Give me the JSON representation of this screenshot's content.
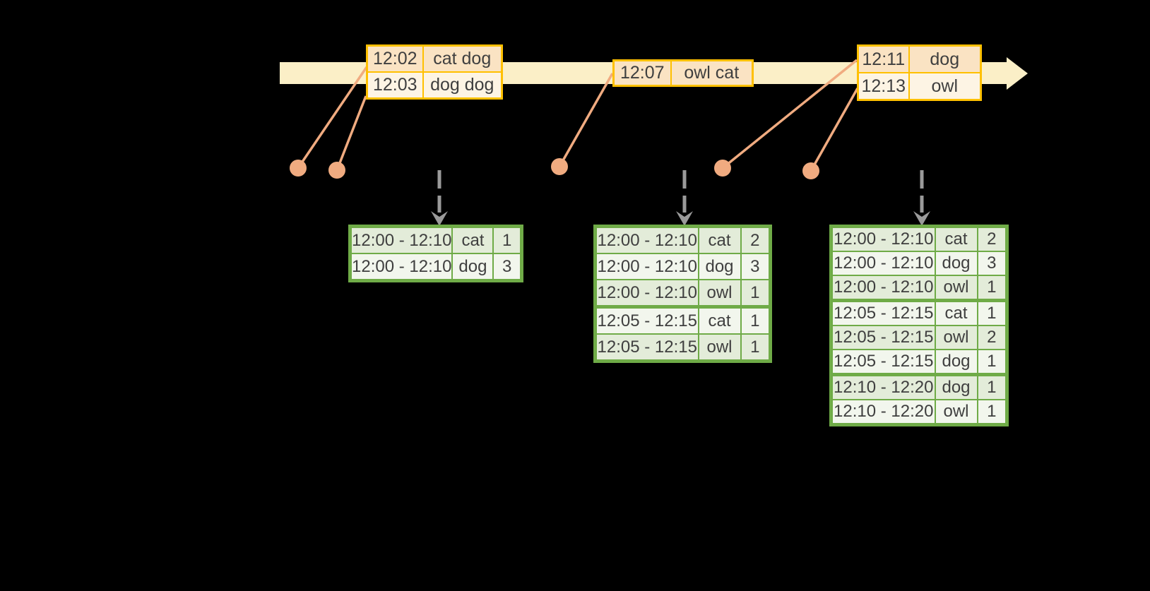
{
  "diagram": {
    "background_color": "#000000",
    "colors": {
      "timeline_band": "#fbefc7",
      "event_table_border": "#ffc000",
      "event_row_dark": "#fae3c3",
      "event_row_light": "#fdf4e4",
      "event_marker": "#f0ab80",
      "trigger_arrow_gray": "#9a9a9a",
      "result_table_border": "#6fab47",
      "result_row_dark": "#e3ecd9",
      "result_row_light": "#f2f6ed",
      "text": "#3f3f3f"
    },
    "icons": {
      "timeline_arrowhead": "right-arrow-icon",
      "event_marker": "dot-icon",
      "trigger_arrow": "dashed-down-arrow-icon"
    }
  },
  "event_tables": [
    {
      "rows": [
        {
          "time": "12:02",
          "words": "cat dog"
        },
        {
          "time": "12:03",
          "words": "dog dog"
        }
      ]
    },
    {
      "rows": [
        {
          "time": "12:07",
          "words": "owl cat"
        }
      ]
    },
    {
      "rows": [
        {
          "time": "12:11",
          "words": "dog"
        },
        {
          "time": "12:13",
          "words": "owl"
        }
      ]
    }
  ],
  "result_tables": [
    {
      "rows": [
        {
          "window": "12:00 - 12:10",
          "word": "cat",
          "count": "1"
        },
        {
          "window": "12:00 - 12:10",
          "word": "dog",
          "count": "3"
        }
      ]
    },
    {
      "rows": [
        {
          "window": "12:00 - 12:10",
          "word": "cat",
          "count": "2"
        },
        {
          "window": "12:00 - 12:10",
          "word": "dog",
          "count": "3"
        },
        {
          "window": "12:00 - 12:10",
          "word": "owl",
          "count": "1"
        },
        {
          "window": "12:05 - 12:15",
          "word": "cat",
          "count": "1"
        },
        {
          "window": "12:05 - 12:15",
          "word": "owl",
          "count": "1"
        }
      ]
    },
    {
      "rows": [
        {
          "window": "12:00 - 12:10",
          "word": "cat",
          "count": "2"
        },
        {
          "window": "12:00 - 12:10",
          "word": "dog",
          "count": "3"
        },
        {
          "window": "12:00 - 12:10",
          "word": "owl",
          "count": "1"
        },
        {
          "window": "12:05 - 12:15",
          "word": "cat",
          "count": "1"
        },
        {
          "window": "12:05 - 12:15",
          "word": "owl",
          "count": "2"
        },
        {
          "window": "12:05 - 12:15",
          "word": "dog",
          "count": "1"
        },
        {
          "window": "12:10 - 12:20",
          "word": "dog",
          "count": "1"
        },
        {
          "window": "12:10 - 12:20",
          "word": "owl",
          "count": "1"
        }
      ]
    }
  ]
}
